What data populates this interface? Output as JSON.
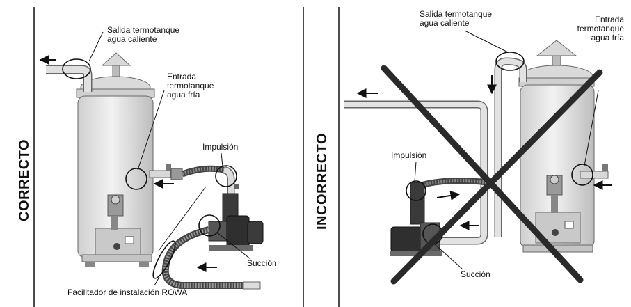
{
  "left_panel": {
    "title": "CORRECTO",
    "labels": {
      "salida_1": "Salida termotanque",
      "salida_2": "agua caliente",
      "entrada_1": "Entrada",
      "entrada_2": "termotanque",
      "entrada_3": "agua fría",
      "impulsion": "Impulsión",
      "succion": "Succión",
      "facilitador": "Facilitador de instalación ROWA"
    }
  },
  "right_panel": {
    "title": "INCORRECTO",
    "labels": {
      "salida_1": "Salida termotanque",
      "salida_2": "agua caliente",
      "entrada_1": "Entrada",
      "entrada_2": "termotanque",
      "entrada_3": "agua fría",
      "impulsion": "Impulsión",
      "succion": "Succión"
    }
  },
  "colors": {
    "tank": "#e2e2e2",
    "pipe": "#d6d6d6",
    "outline": "#555555",
    "cross": "#2a2a2a"
  }
}
